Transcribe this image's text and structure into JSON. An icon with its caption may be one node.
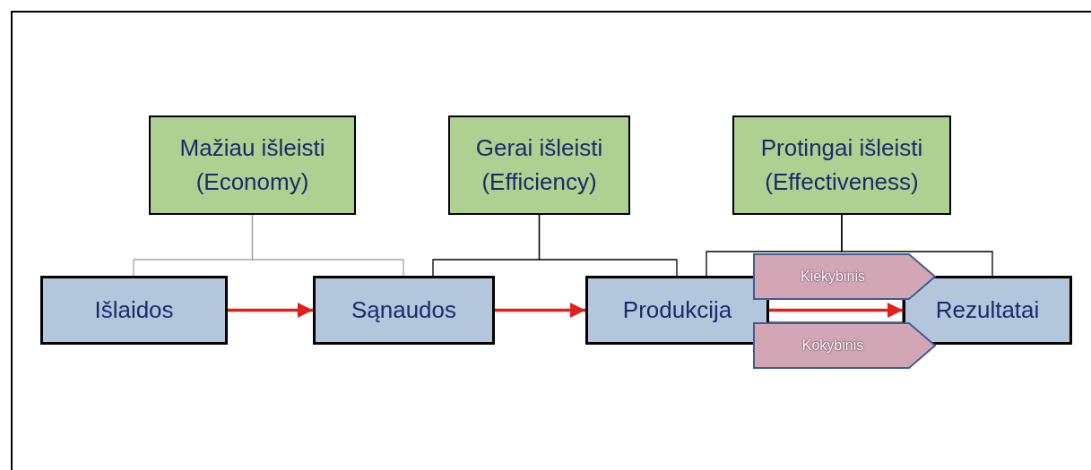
{
  "diagram": {
    "nodes": [
      {
        "text": [
          "Mažiau išleisti (Economy)"
        ]
      },
      {
        "text": [
          "Gerai išleisti (Efficiency)"
        ]
      },
      {
        "text": [
          "Protingai išleisti (Effectiveness)"
        ]
      },
      {
        "text": [
          "Išlaidos"
        ]
      },
      {
        "text": [
          "Sąnaudos"
        ]
      },
      {
        "text": [
          "Produkcija"
        ]
      },
      {
        "text": [
          "Rezultatai"
        ]
      },
      {
        "text": [
          "Kiekybinis"
        ]
      },
      {
        "text": [
          "Kokybinis"
        ]
      }
    ],
    "edges": [
      {
        "from": 0,
        "to": 3,
        "arrow": "none",
        "color": "#a6a6a6"
      },
      {
        "from": 0,
        "to": 4,
        "arrow": "none",
        "color": "#a6a6a6"
      },
      {
        "from": 1,
        "to": 4,
        "arrow": "none"
      },
      {
        "from": 1,
        "to": 5,
        "arrow": "none"
      },
      {
        "from": 2,
        "to": 5,
        "arrow": "none"
      },
      {
        "from": 2,
        "to": 6,
        "arrow": "none"
      },
      {
        "from": 3,
        "to": 4,
        "arrow": "to",
        "style": "thick",
        "color": "#e0201a"
      },
      {
        "from": 4,
        "to": 5,
        "arrow": "to",
        "style": "thick",
        "color": "#e0201a"
      },
      {
        "from": 5,
        "to": 6,
        "arrow": "to",
        "style": "thick",
        "color": "#e0201a"
      }
    ]
  }
}
